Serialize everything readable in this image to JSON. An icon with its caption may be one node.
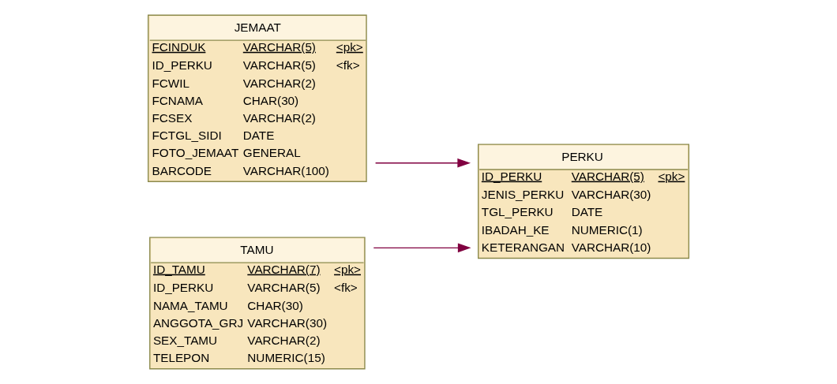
{
  "diagram": {
    "nodes": [
      {
        "text": [
          "JEMAAT",
          "FCINDUK",
          "VARCHAR(5)",
          "<pk>",
          "ID_PERKU",
          "VARCHAR(5)",
          "<fk>",
          "FCWIL",
          "VARCHAR(2)",
          "FCNAMA",
          "CHAR(30)",
          "FCSEX",
          "VARCHAR(2)",
          "FCTGL_SIDI",
          "DATE",
          "FOTO_JEMAAT",
          "GENERAL",
          "BARCODE",
          "VARCHAR(100)"
        ]
      },
      {
        "text": [
          "PERKU",
          "ID_PERKU",
          "VARCHAR(5)",
          "<pk>",
          "JENIS_PERKU",
          "VARCHAR(30)",
          "TGL_PERKU",
          "DATE",
          "IBADAH_KE",
          "NUMERIC(1)",
          "KETERANGAN",
          "VARCHAR(10)"
        ]
      },
      {
        "text": [
          "TAMU",
          "ID_TAMU",
          "VARCHAR(7)",
          "<pk>",
          "ID_PERKU",
          "VARCHAR(5)",
          "<fk>",
          "NAMA_TAMU",
          "CHAR(30)",
          "ANGGOTA_GRJ",
          "VARCHAR(30)",
          "SEX_TAMU",
          "VARCHAR(2)",
          "TELEPON",
          "NUMERIC(15)"
        ]
      }
    ],
    "edges": [
      {
        "from": 0,
        "to": 1,
        "arrow": "to"
      },
      {
        "from": 2,
        "to": 1,
        "arrow": "to"
      }
    ]
  }
}
